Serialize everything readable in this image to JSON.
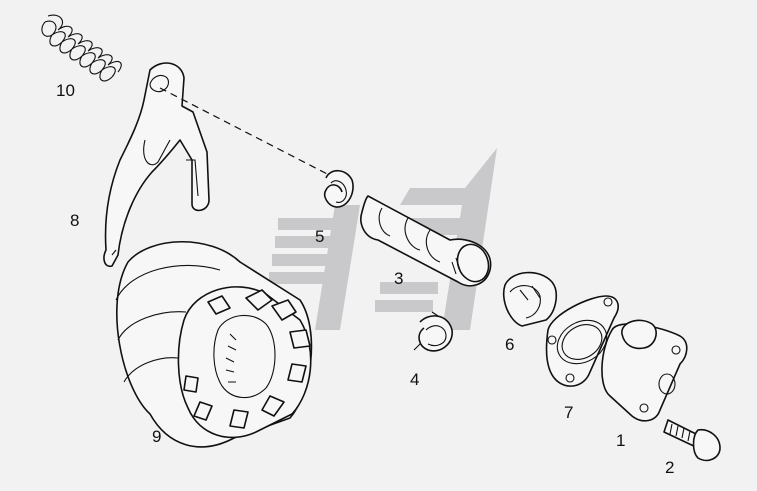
{
  "diagram": {
    "callouts": [
      {
        "id": "c1",
        "label": "1"
      },
      {
        "id": "c2",
        "label": "2"
      },
      {
        "id": "c3",
        "label": "3"
      },
      {
        "id": "c4",
        "label": "4"
      },
      {
        "id": "c5",
        "label": "5"
      },
      {
        "id": "c6",
        "label": "6"
      },
      {
        "id": "c7",
        "label": "7"
      },
      {
        "id": "c8",
        "label": "8"
      },
      {
        "id": "c9",
        "label": "9"
      },
      {
        "id": "c10",
        "label": "10"
      }
    ]
  },
  "colors": {
    "background": "#f2f2f2",
    "line": "#111111",
    "part_fill": "#f7f7f7",
    "watermark": "#c9c9cc"
  }
}
